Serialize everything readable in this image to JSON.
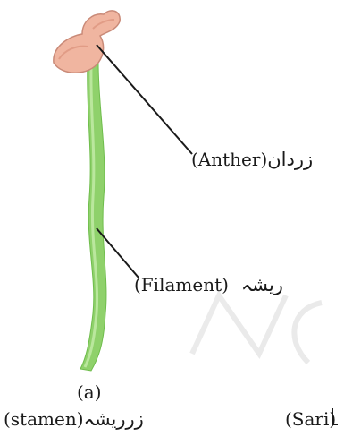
{
  "labels": {
    "anther_en": "(Anther)",
    "anther_ur": "زردان",
    "filament_en": "(Filament)",
    "filament_ur": "ریشہ",
    "part_letter": "(a)",
    "stamen_en": "(stamen)",
    "stamen_ur": "زرریشہ",
    "sari_en": "(Sari)"
  },
  "colors": {
    "anther_fill": "#f0b5a0",
    "anther_stroke": "#c98a78",
    "filament_fill": "#8fd16b",
    "filament_highlight": "#b9e89a",
    "filament_shadow": "#5fae3f",
    "leader_line": "#1a1a1a",
    "watermark": "#dcdcdc"
  }
}
